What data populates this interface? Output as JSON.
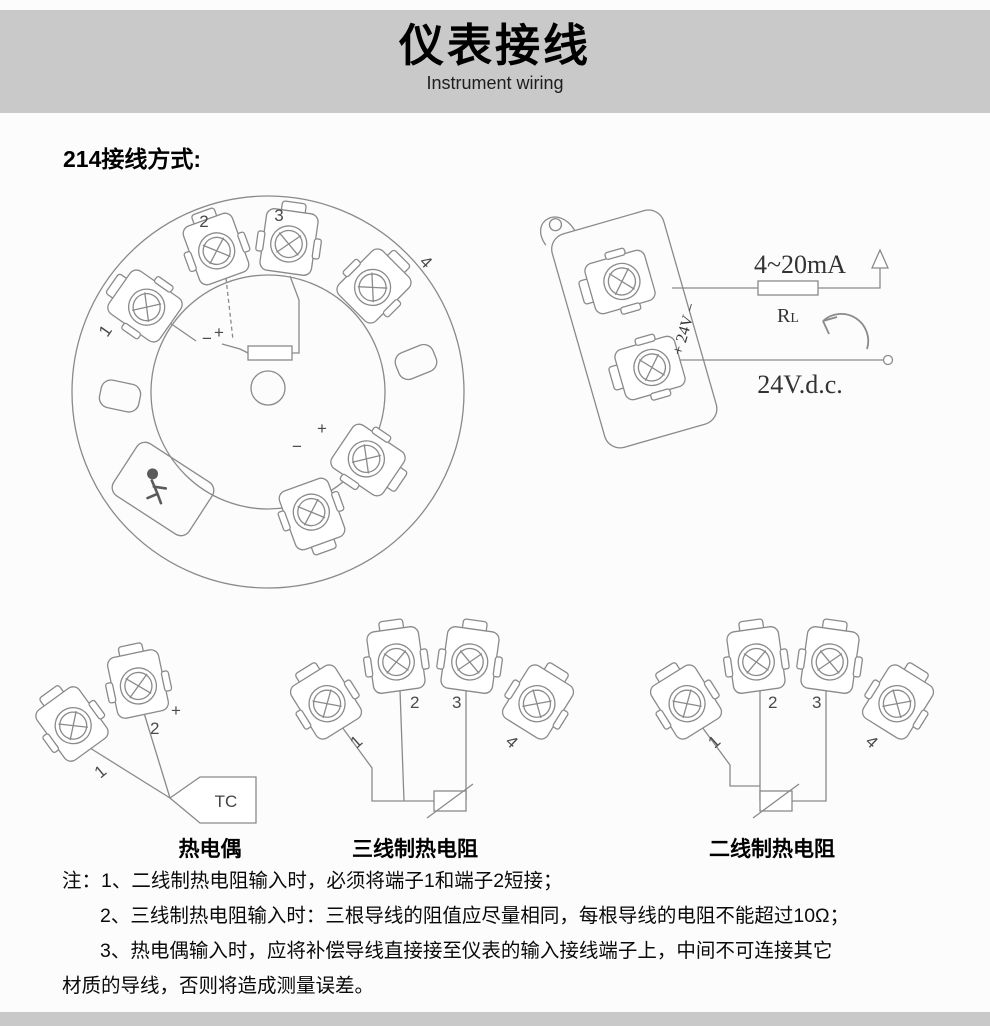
{
  "colors": {
    "banner_gray": "#c9c9c9",
    "line_gray": "#8a8a8a"
  },
  "header": {
    "title": "仪表接线",
    "subtitle": "Instrument wiring"
  },
  "section_heading": "214接线方式:",
  "head": {
    "t1": "1",
    "t2": "2",
    "t3": "3",
    "t4": "4",
    "minus": "−",
    "plus": "+"
  },
  "loop": {
    "current_label": "4~20mA",
    "load_r": "R",
    "load_sub": "L",
    "supply_label": "24V.d.c.",
    "polarity_label": "+ 24V −"
  },
  "tc": {
    "t1": "1",
    "t2": "2",
    "plus": "+",
    "box_label": "TC",
    "caption": "热电偶"
  },
  "rtd3": {
    "t1": "1",
    "t2": "2",
    "t3": "3",
    "t4": "4",
    "caption": "三线制热电阻"
  },
  "rtd2": {
    "t1": "1",
    "t2": "2",
    "t3": "3",
    "t4": "4",
    "caption": "二线制热电阻"
  },
  "notes": {
    "line1": "注：1、二线制热电阻输入时，必须将端子1和端子2短接；",
    "line2": "2、三线制热电阻输入时：三根导线的阻值应尽量相同，每根导线的电阻不能超过10Ω；",
    "line3": "3、热电偶输入时，应将补偿导线直接接至仪表的输入接线端子上，中间不可连接其它",
    "line4": "材质的导线，否则将造成测量误差。"
  }
}
